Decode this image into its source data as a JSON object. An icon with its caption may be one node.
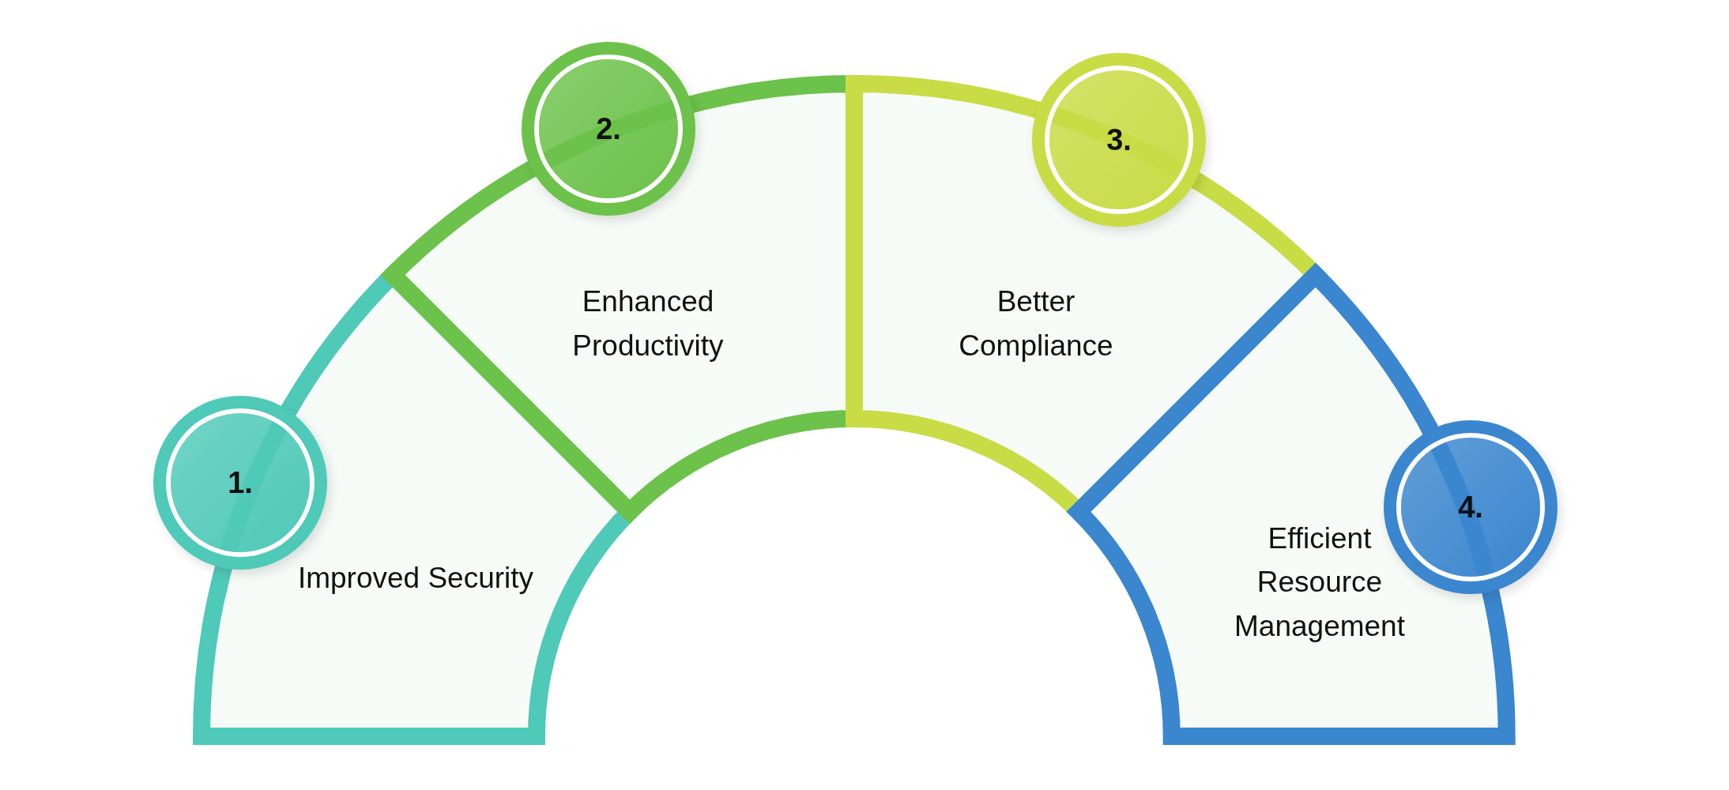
{
  "diagram": {
    "nodes": [
      {
        "text": [
          "1."
        ]
      },
      {
        "text": [
          "Improved Security"
        ]
      },
      {
        "text": [
          "2."
        ]
      },
      {
        "text": [
          "Enhanced Productivity"
        ]
      },
      {
        "text": [
          "3."
        ]
      },
      {
        "text": [
          "Better Compliance"
        ]
      },
      {
        "text": [
          "4."
        ]
      },
      {
        "text": [
          "Efficient Resource Management"
        ]
      }
    ]
  }
}
